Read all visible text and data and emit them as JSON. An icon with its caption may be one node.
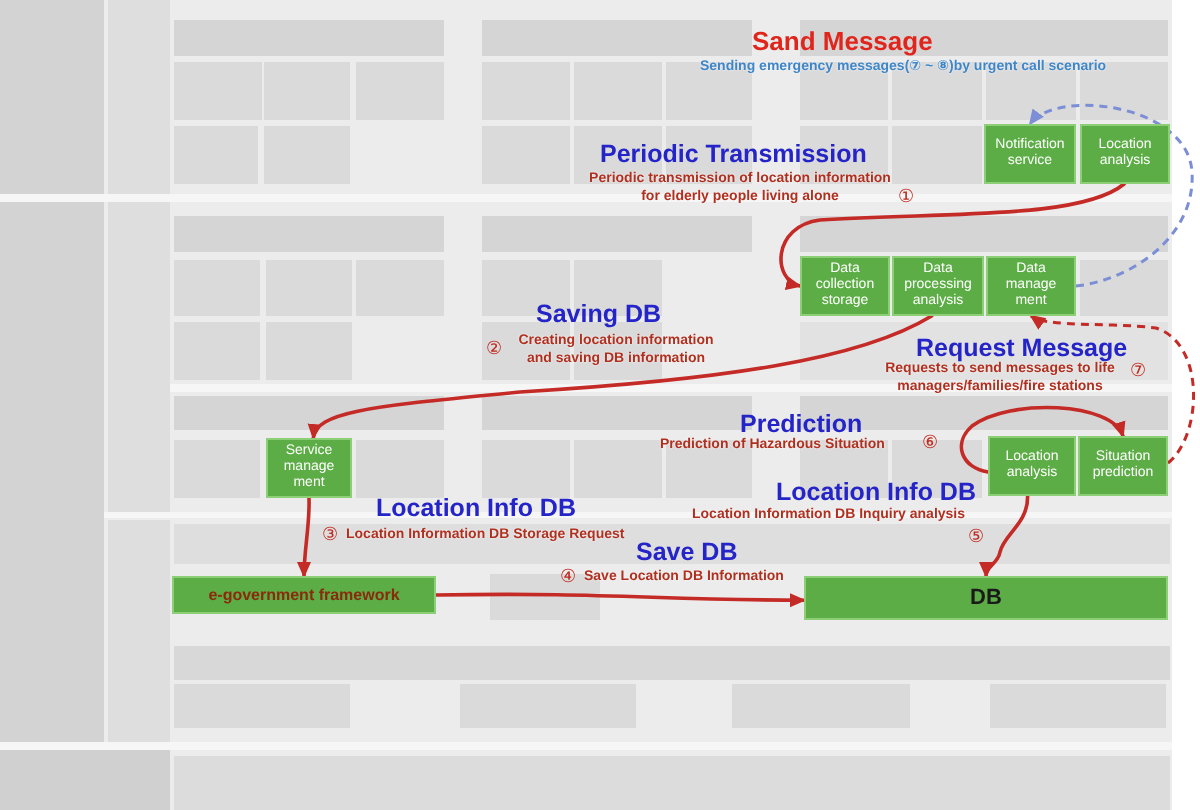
{
  "diagram": {
    "nodes": [
      {
        "text": [
          "Notification service"
        ]
      },
      {
        "text": [
          "Location analysis"
        ]
      },
      {
        "text": [
          "Data collection storage"
        ]
      },
      {
        "text": [
          "Data processing analysis"
        ]
      },
      {
        "text": [
          "Data manage ment"
        ]
      },
      {
        "text": [
          "Service manage ment"
        ]
      },
      {
        "text": [
          "Location analysis"
        ]
      },
      {
        "text": [
          "Situation prediction"
        ]
      },
      {
        "text": [
          "e-government framework"
        ]
      },
      {
        "text": [
          "DB"
        ]
      }
    ],
    "edges": [
      {
        "from": 1,
        "to": 2,
        "arrow": "to"
      },
      {
        "from": 3,
        "to": 5,
        "arrow": "to"
      },
      {
        "from": 5,
        "to": 8,
        "arrow": "to"
      },
      {
        "from": 8,
        "to": 9,
        "arrow": "to"
      },
      {
        "from": 6,
        "to": 9,
        "arrow": "to"
      },
      {
        "from": 6,
        "to": 7,
        "arrow": "to"
      },
      {
        "from": 7,
        "to": 4,
        "arrow": "to",
        "style": "dashed"
      },
      {
        "from": 4,
        "to": 0,
        "arrow": "to",
        "style": "dashed",
        "color": "#7b8ed6"
      }
    ],
    "labels": [
      "Sand Message",
      "Sending emergency messages(⑦ ~ ⑧)by urgent call scenario",
      "Periodic Transmission",
      "Periodic transmission of location information for elderly people living alone",
      "①",
      "Saving DB",
      "②",
      "Creating location information and saving DB information",
      "Request Message",
      "Requests to send messages to life managers/families/fire stations",
      "⑦",
      "Prediction",
      "Prediction of Hazardous Situation",
      "⑥",
      "Location Info DB",
      "Location Info DB",
      "Location Information DB Inquiry analysis",
      "③",
      "Location Information DB Storage Request",
      "⑤",
      "Save DB",
      "④",
      "Save Location DB Information"
    ]
  }
}
